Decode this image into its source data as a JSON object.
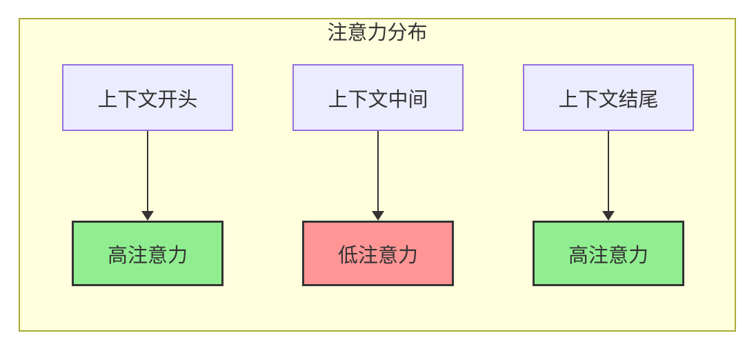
{
  "diagram": {
    "type": "flowchart",
    "title": "注意力分布",
    "columns": [
      {
        "source": "上下文开头",
        "target": "高注意力",
        "attention_level": "high"
      },
      {
        "source": "上下文中间",
        "target": "低注意力",
        "attention_level": "low"
      },
      {
        "source": "上下文结尾",
        "target": "高注意力",
        "attention_level": "high"
      }
    ],
    "colors": {
      "frame_fill": "#ffffde",
      "frame_border": "#aaaa33",
      "context_node_fill": "#ECECFF",
      "context_node_border": "#9370DB",
      "high_attention_fill": "#90EE90",
      "low_attention_fill": "#ff9595",
      "result_node_border": "#333333",
      "arrow": "#333333",
      "text": "#333333"
    }
  }
}
